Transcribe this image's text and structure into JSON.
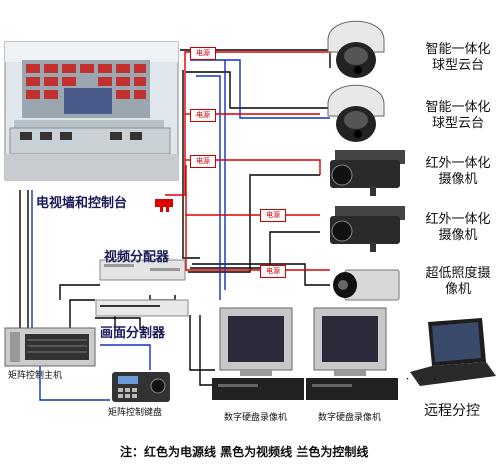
{
  "control_room": {
    "label": "电视墙和控制台"
  },
  "video_splitter": {
    "label": "视频分配器"
  },
  "screen_divider": {
    "label": "画面分割器"
  },
  "matrix_host": {
    "label": "矩阵控制主机"
  },
  "matrix_keyboard": {
    "label": "矩阵控制键盘"
  },
  "cameras": [
    {
      "label": "智能一体化球型云台"
    },
    {
      "label": "智能一体化球型云台"
    },
    {
      "label": "红外一体化摄像机"
    },
    {
      "label": "红外一体化摄像机"
    },
    {
      "label": "超低照度摄像机"
    }
  ],
  "power_supplies": [
    {
      "label": "电源"
    },
    {
      "label": "电源"
    },
    {
      "label": "电源"
    },
    {
      "label": "电源"
    },
    {
      "label": "电源"
    }
  ],
  "dvrs": [
    {
      "label": "数字硬盘录像机"
    },
    {
      "label": "数字硬盘录像机"
    }
  ],
  "remote": {
    "label": "远程分控"
  },
  "continuation": "· · · ·",
  "legend": {
    "text": "注：红色为电源线  黑色为视频线  兰色为控制线"
  },
  "colors": {
    "power_line": "#e00000",
    "video_line": "#000000",
    "control_line": "#1030c0"
  }
}
